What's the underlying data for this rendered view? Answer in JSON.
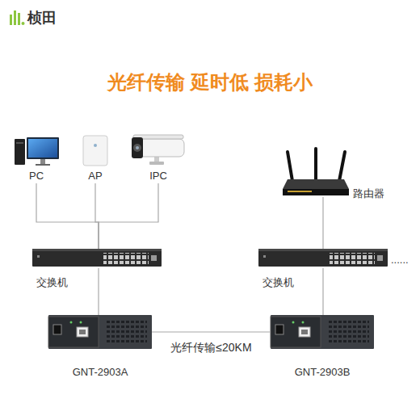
{
  "diagram": {
    "title": "光纤传输 延时低 损耗小",
    "nodes": [
      {
        "text": [
          "PC"
        ]
      },
      {
        "text": [
          "AP"
        ]
      },
      {
        "text": [
          "IPC"
        ]
      },
      {
        "text": [
          "交换机"
        ]
      },
      {
        "text": [
          "路由器"
        ]
      },
      {
        "text": [
          "交换机"
        ]
      },
      {
        "text": [
          "GNT-2903A"
        ]
      },
      {
        "text": [
          "GNT-2903B"
        ]
      }
    ],
    "edges": [
      {
        "from": 0,
        "to": 3,
        "arrow": "none"
      },
      {
        "from": 1,
        "to": 3,
        "arrow": "none"
      },
      {
        "from": 2,
        "to": 3,
        "arrow": "none"
      },
      {
        "from": 3,
        "to": 6,
        "arrow": "none"
      },
      {
        "from": 4,
        "to": 5,
        "arrow": "none"
      },
      {
        "from": 5,
        "to": 7,
        "arrow": "none"
      },
      {
        "from": 6,
        "to": 7,
        "label": "光纤传输≤20KM",
        "arrow": "none"
      }
    ],
    "labels": [
      "桢田",
      "......"
    ]
  }
}
